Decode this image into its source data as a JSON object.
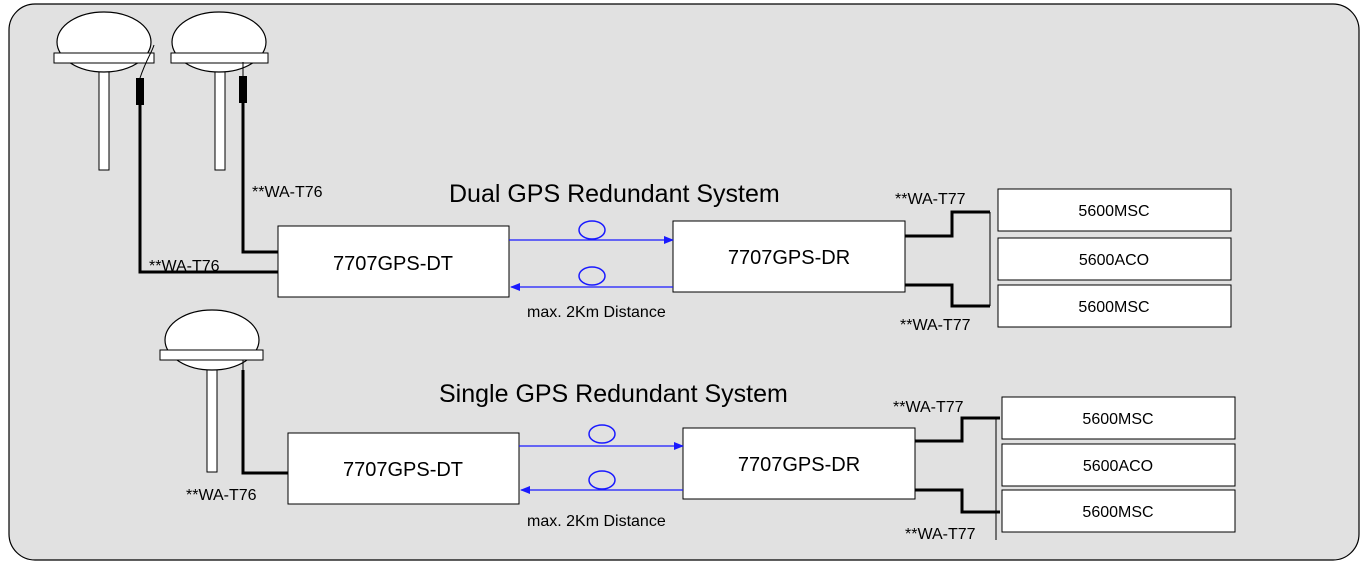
{
  "systems": [
    {
      "title": "Dual GPS Redundant System",
      "dt_label": "7707GPS-DT",
      "dr_label": "7707GPS-DR",
      "distance_label": "max. 2Km Distance",
      "antenna_cables": [
        "**WA-T76",
        "**WA-T76"
      ],
      "output_cables": [
        "**WA-T77",
        "**WA-T77"
      ],
      "modules": [
        "5600MSC",
        "5600ACO",
        "5600MSC"
      ]
    },
    {
      "title": "Single GPS Redundant System",
      "dt_label": "7707GPS-DT",
      "dr_label": "7707GPS-DR",
      "distance_label": "max. 2Km Distance",
      "antenna_cables": [
        "**WA-T76"
      ],
      "output_cables": [
        "**WA-T77",
        "**WA-T77"
      ],
      "modules": [
        "5600MSC",
        "5600ACO",
        "5600MSC"
      ]
    }
  ],
  "colors": {
    "panel_background": "#e1e1e1",
    "fiber": "#1a1aff"
  }
}
